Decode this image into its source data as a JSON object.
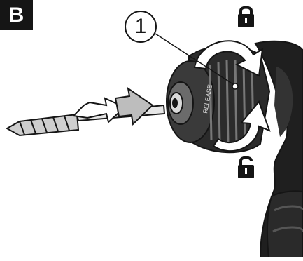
{
  "figure": {
    "step_label": "B",
    "callout_number": "1",
    "chuck_marking": "RELEASE",
    "icons": [
      "lock-closed-icon",
      "lock-open-icon",
      "rotation-arrow-icon",
      "insert-arrow-icon",
      "drill-bit-icon"
    ],
    "colors": {
      "ink": "#151515",
      "body_dark": "#1f1f1f",
      "chuck_grey": "#6b6b6b",
      "highlight": "#d9d9d9",
      "background": "#ffffff"
    }
  }
}
